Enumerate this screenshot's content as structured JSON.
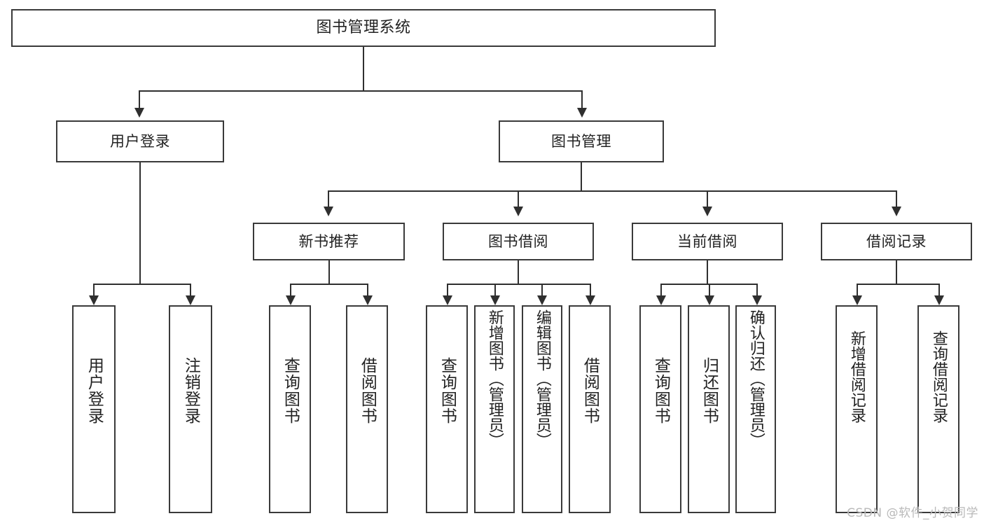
{
  "diagram": {
    "type": "tree-hierarchy",
    "title": "图书管理系统",
    "root": {
      "label": "图书管理系统"
    },
    "level2": [
      {
        "label": "用户登录"
      },
      {
        "label": "图书管理"
      }
    ],
    "level3": [
      {
        "label": "新书推荐"
      },
      {
        "label": "图书借阅"
      },
      {
        "label": "当前借阅"
      },
      {
        "label": "借阅记录"
      }
    ],
    "leaves": {
      "user_login": [
        {
          "label": "用户登录"
        },
        {
          "label": "注销登录"
        }
      ],
      "new_book_recommend": [
        {
          "label": "查询图书"
        },
        {
          "label": "借阅图书"
        }
      ],
      "book_borrow": [
        {
          "label": "查询图书"
        },
        {
          "label": "新增图书（管理员）"
        },
        {
          "label": "编辑图书（管理员）"
        },
        {
          "label": "借阅图书"
        }
      ],
      "current_borrow": [
        {
          "label": "查询图书"
        },
        {
          "label": "归还图书"
        },
        {
          "label": "确认归还（管理员）"
        }
      ],
      "borrow_record": [
        {
          "label": "新增借阅记录"
        },
        {
          "label": "查询借阅记录"
        }
      ]
    }
  },
  "watermark": {
    "text": "CSDN @软件_小贺同学"
  },
  "colors": {
    "box_border": "#3a3a3a",
    "connector": "#2f2f2f",
    "text": "#222222",
    "background": "#ffffff",
    "watermark": "#b9b9b9"
  }
}
